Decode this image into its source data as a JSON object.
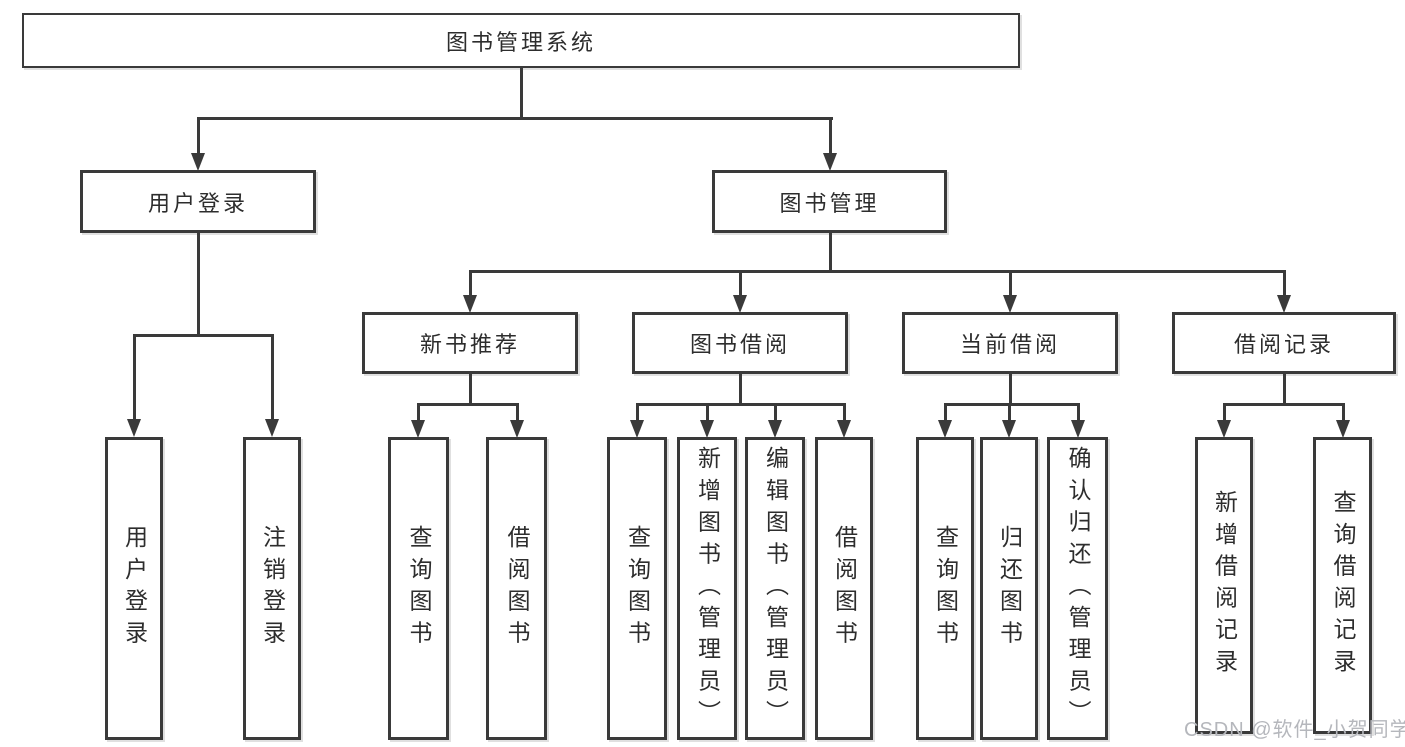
{
  "tree": {
    "label": "图书管理系统",
    "children": [
      {
        "label": "用户登录",
        "children": [
          {
            "label": "用户登录"
          },
          {
            "label": "注销登录"
          }
        ]
      },
      {
        "label": "图书管理",
        "children": [
          {
            "label": "新书推荐",
            "children": [
              {
                "label": "查询图书"
              },
              {
                "label": "借阅图书"
              }
            ]
          },
          {
            "label": "图书借阅",
            "children": [
              {
                "label": "查询图书"
              },
              {
                "label": "新增图书（管理员）"
              },
              {
                "label": "编辑图书（管理员）"
              },
              {
                "label": "借阅图书"
              }
            ]
          },
          {
            "label": "当前借阅",
            "children": [
              {
                "label": "查询图书"
              },
              {
                "label": "归还图书"
              },
              {
                "label": "确认归还（管理员）"
              }
            ]
          },
          {
            "label": "借阅记录",
            "children": [
              {
                "label": "新增借阅记录"
              },
              {
                "label": "查询借阅记录"
              }
            ]
          }
        ]
      }
    ]
  },
  "watermark": {
    "text": "CSDN @软件_小贺同学"
  },
  "colors": {
    "line": "#3a3a3a",
    "border": "#3a3a3a",
    "text": "#2d2d2d",
    "watermark": "#b5b7bc",
    "background": "#ffffff"
  }
}
